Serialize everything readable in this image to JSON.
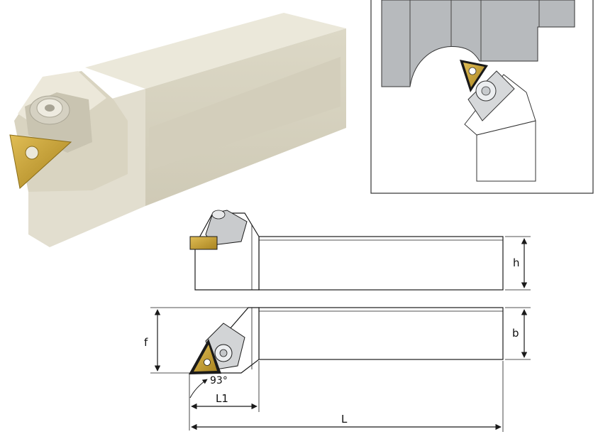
{
  "dimensions": {
    "h": "h",
    "b": "b",
    "f": "f",
    "L": "L",
    "L1": "L1",
    "angle": "93°"
  },
  "colors": {
    "holder_body": "#d6d1bf",
    "holder_side": "#e8e4d6",
    "holder_top": "#c4bfa9",
    "insert_gold": "#c8a23a",
    "insert_dark": "#8a6d18",
    "workpiece_gray": "#b6b9bd",
    "line": "#1a1a1a"
  }
}
